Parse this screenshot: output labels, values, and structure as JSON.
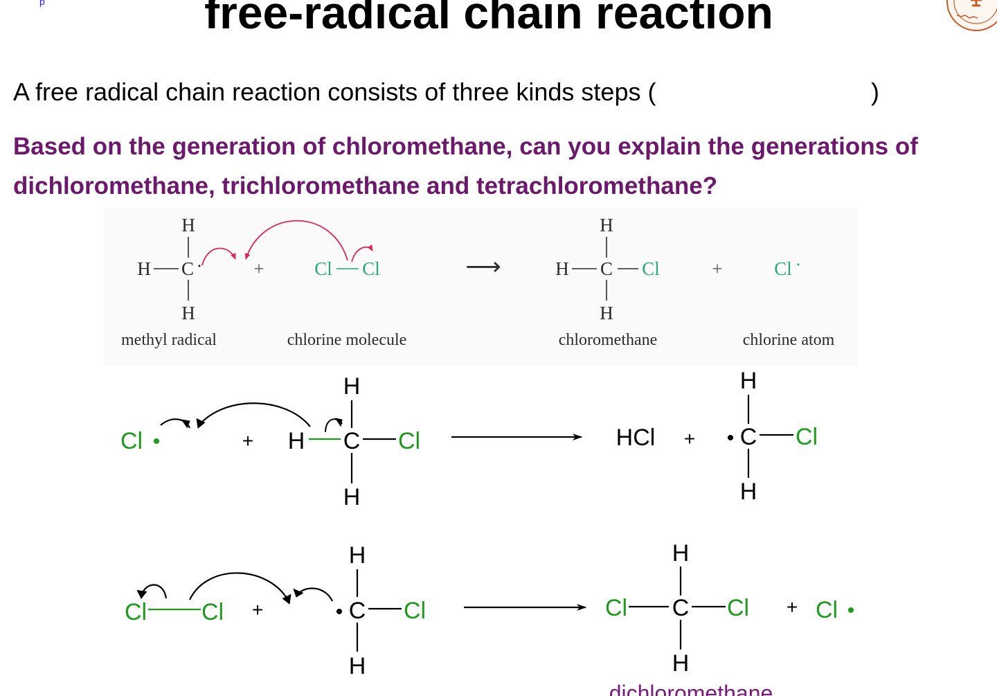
{
  "header": {
    "title": "free-radical chain reaction",
    "corner_mark": "p"
  },
  "intro": {
    "text": "A free radical chain reaction consists of three kinds steps (",
    "close": ")"
  },
  "question": {
    "text": "Based on the generation of chloromethane, can you explain the generations of dichloromethane, trichloromethane and tetrachloromethane?"
  },
  "reaction1": {
    "methyl": {
      "H_top": "H",
      "H_left": "H",
      "C": "C",
      "dot": "·",
      "H_bottom": "H",
      "label": "methyl radical"
    },
    "plus1": "+",
    "chlorine_molecule": {
      "Cl_left": "Cl",
      "Cl_right": "Cl",
      "label": "chlorine molecule"
    },
    "arrow": "⟶",
    "chloromethane": {
      "H_top": "H",
      "H_left": "H",
      "C": "C",
      "Cl": "Cl",
      "H_bottom": "H",
      "label": "chloromethane"
    },
    "plus2": "+",
    "chlorine_atom": {
      "Cl": "Cl",
      "dot": "·",
      "label": "chlorine atom"
    }
  },
  "reaction2": {
    "cl_radical": {
      "Cl": "Cl",
      "dot": "•"
    },
    "plus1": "+",
    "chloromethane": {
      "H_top": "H",
      "H_left": "H",
      "C": "C",
      "Cl": "Cl",
      "H_bottom": "H"
    },
    "HCl": "HCl",
    "plus2": "+",
    "radical": {
      "H_top": "H",
      "dot": "•",
      "C": "C",
      "Cl": "Cl",
      "H_bottom": "H"
    }
  },
  "reaction3": {
    "chlorine": {
      "Cl_left": "Cl",
      "Cl_right": "Cl"
    },
    "plus1": "+",
    "radical": {
      "H_top": "H",
      "dot": "•",
      "C": "C",
      "Cl": "Cl",
      "H_bottom": "H"
    },
    "dichloromethane": {
      "H_top": "H",
      "Cl_left": "Cl",
      "C": "C",
      "Cl_right": "Cl",
      "H_bottom": "H",
      "label": "dichloromethane"
    },
    "plus2": "+",
    "cl_radical": {
      "Cl": "Cl",
      "dot": "•"
    }
  },
  "colors": {
    "question": "#6b1a6b",
    "chlorine_teal": "#2aa57d",
    "chlorine_green": "#1e9a1e",
    "curved_arrow_red": "#d8285a",
    "label_purple": "#7a1a7a"
  }
}
